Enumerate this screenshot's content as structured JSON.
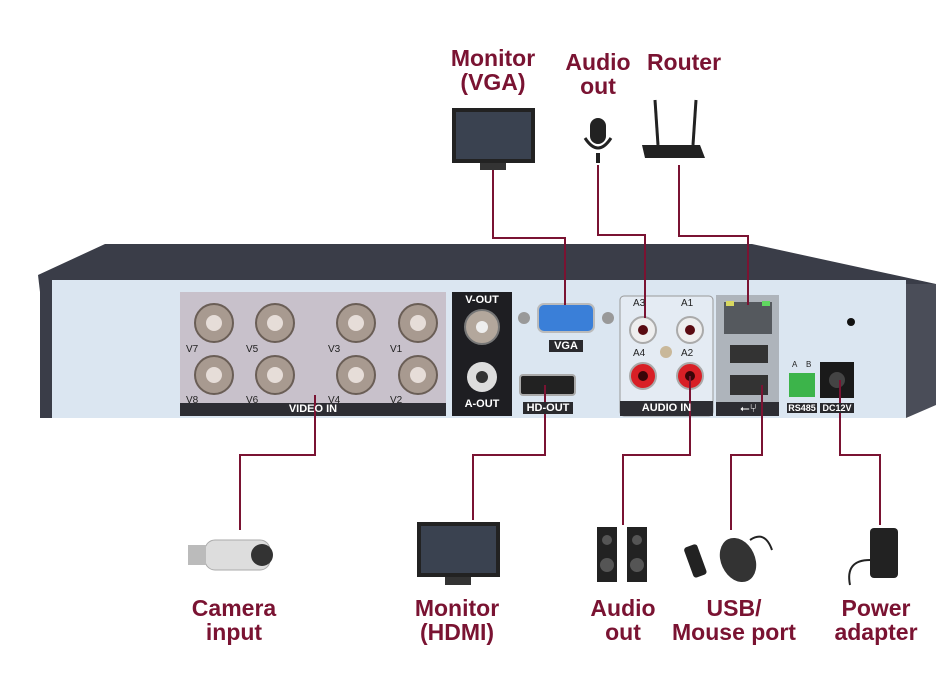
{
  "top_labels": {
    "vga_monitor": [
      "Monitor",
      "(VGA)"
    ],
    "audio_out": [
      "Audio",
      "out"
    ],
    "router": "Router"
  },
  "bottom_labels": {
    "camera": [
      "Camera",
      "input"
    ],
    "hdmi_monitor": [
      "Monitor",
      "(HDMI)"
    ],
    "audio_out": [
      "Audio",
      "out"
    ],
    "usb": [
      "USB/",
      "Mouse port"
    ],
    "power": [
      "Power",
      "adapter"
    ]
  },
  "panel": {
    "video_in": "VIDEO IN",
    "video_ports": [
      "V7",
      "V5",
      "V3",
      "V1",
      "V8",
      "V6",
      "V4",
      "V2"
    ],
    "v_out": "V-OUT",
    "a_out": "A-OUT",
    "vga": "VGA",
    "hd_out": "HD-OUT",
    "audio_in": "AUDIO IN",
    "audio_ports": [
      "A3",
      "A1",
      "A4",
      "A2"
    ],
    "rs485": "RS485",
    "rs485_pins": [
      "A",
      "B"
    ],
    "dc12v": "DC12V"
  },
  "colors": {
    "label": "#7a1332",
    "line": "#7a1332",
    "panel": "#dbe6f1",
    "top": "#3a3d48"
  }
}
